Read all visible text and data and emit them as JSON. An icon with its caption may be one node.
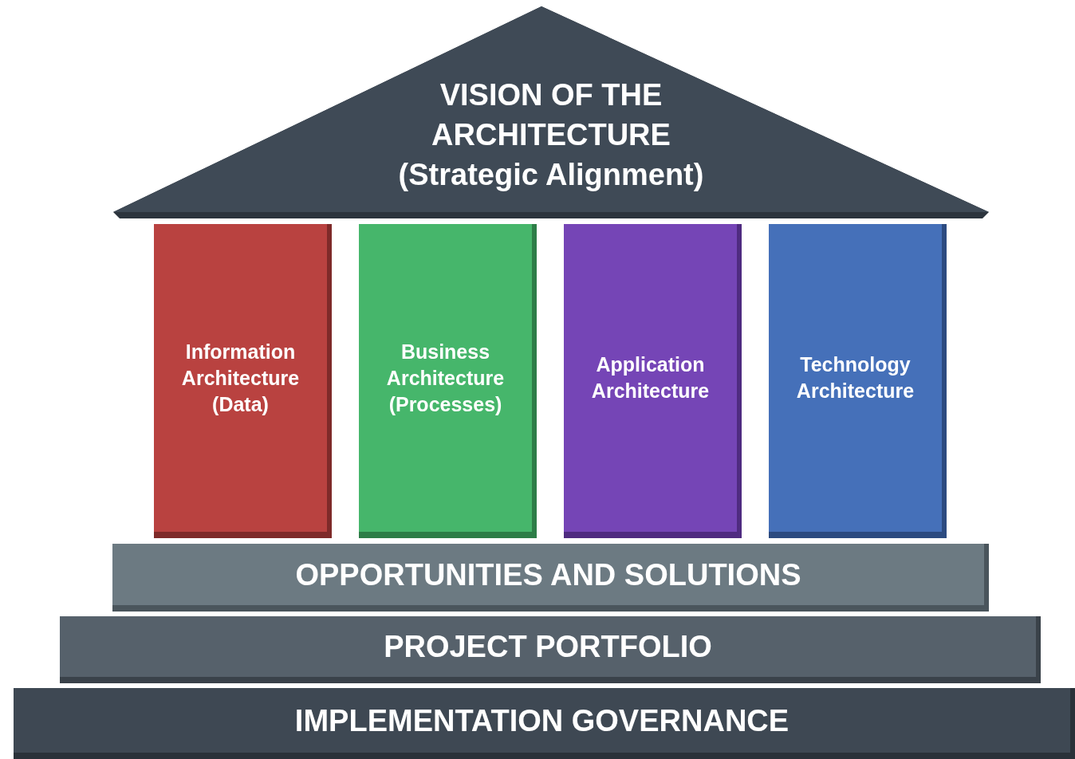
{
  "diagram": {
    "nodes": [
      {
        "text": [
          "VISION OF THE ARCHITECTURE",
          "(Strategic Alignment)"
        ]
      },
      {
        "text": [
          "Information Architecture (Data)"
        ]
      },
      {
        "text": [
          "Business Architecture (Processes)"
        ]
      },
      {
        "text": [
          "Application Architecture"
        ]
      },
      {
        "text": [
          "Technology Architecture"
        ]
      },
      {
        "text": [
          "OPPORTUNITIES AND SOLUTIONS"
        ]
      },
      {
        "text": [
          "PROJECT PORTFOLIO"
        ]
      },
      {
        "text": [
          "IMPLEMENTATION GOVERNANCE"
        ]
      }
    ]
  }
}
